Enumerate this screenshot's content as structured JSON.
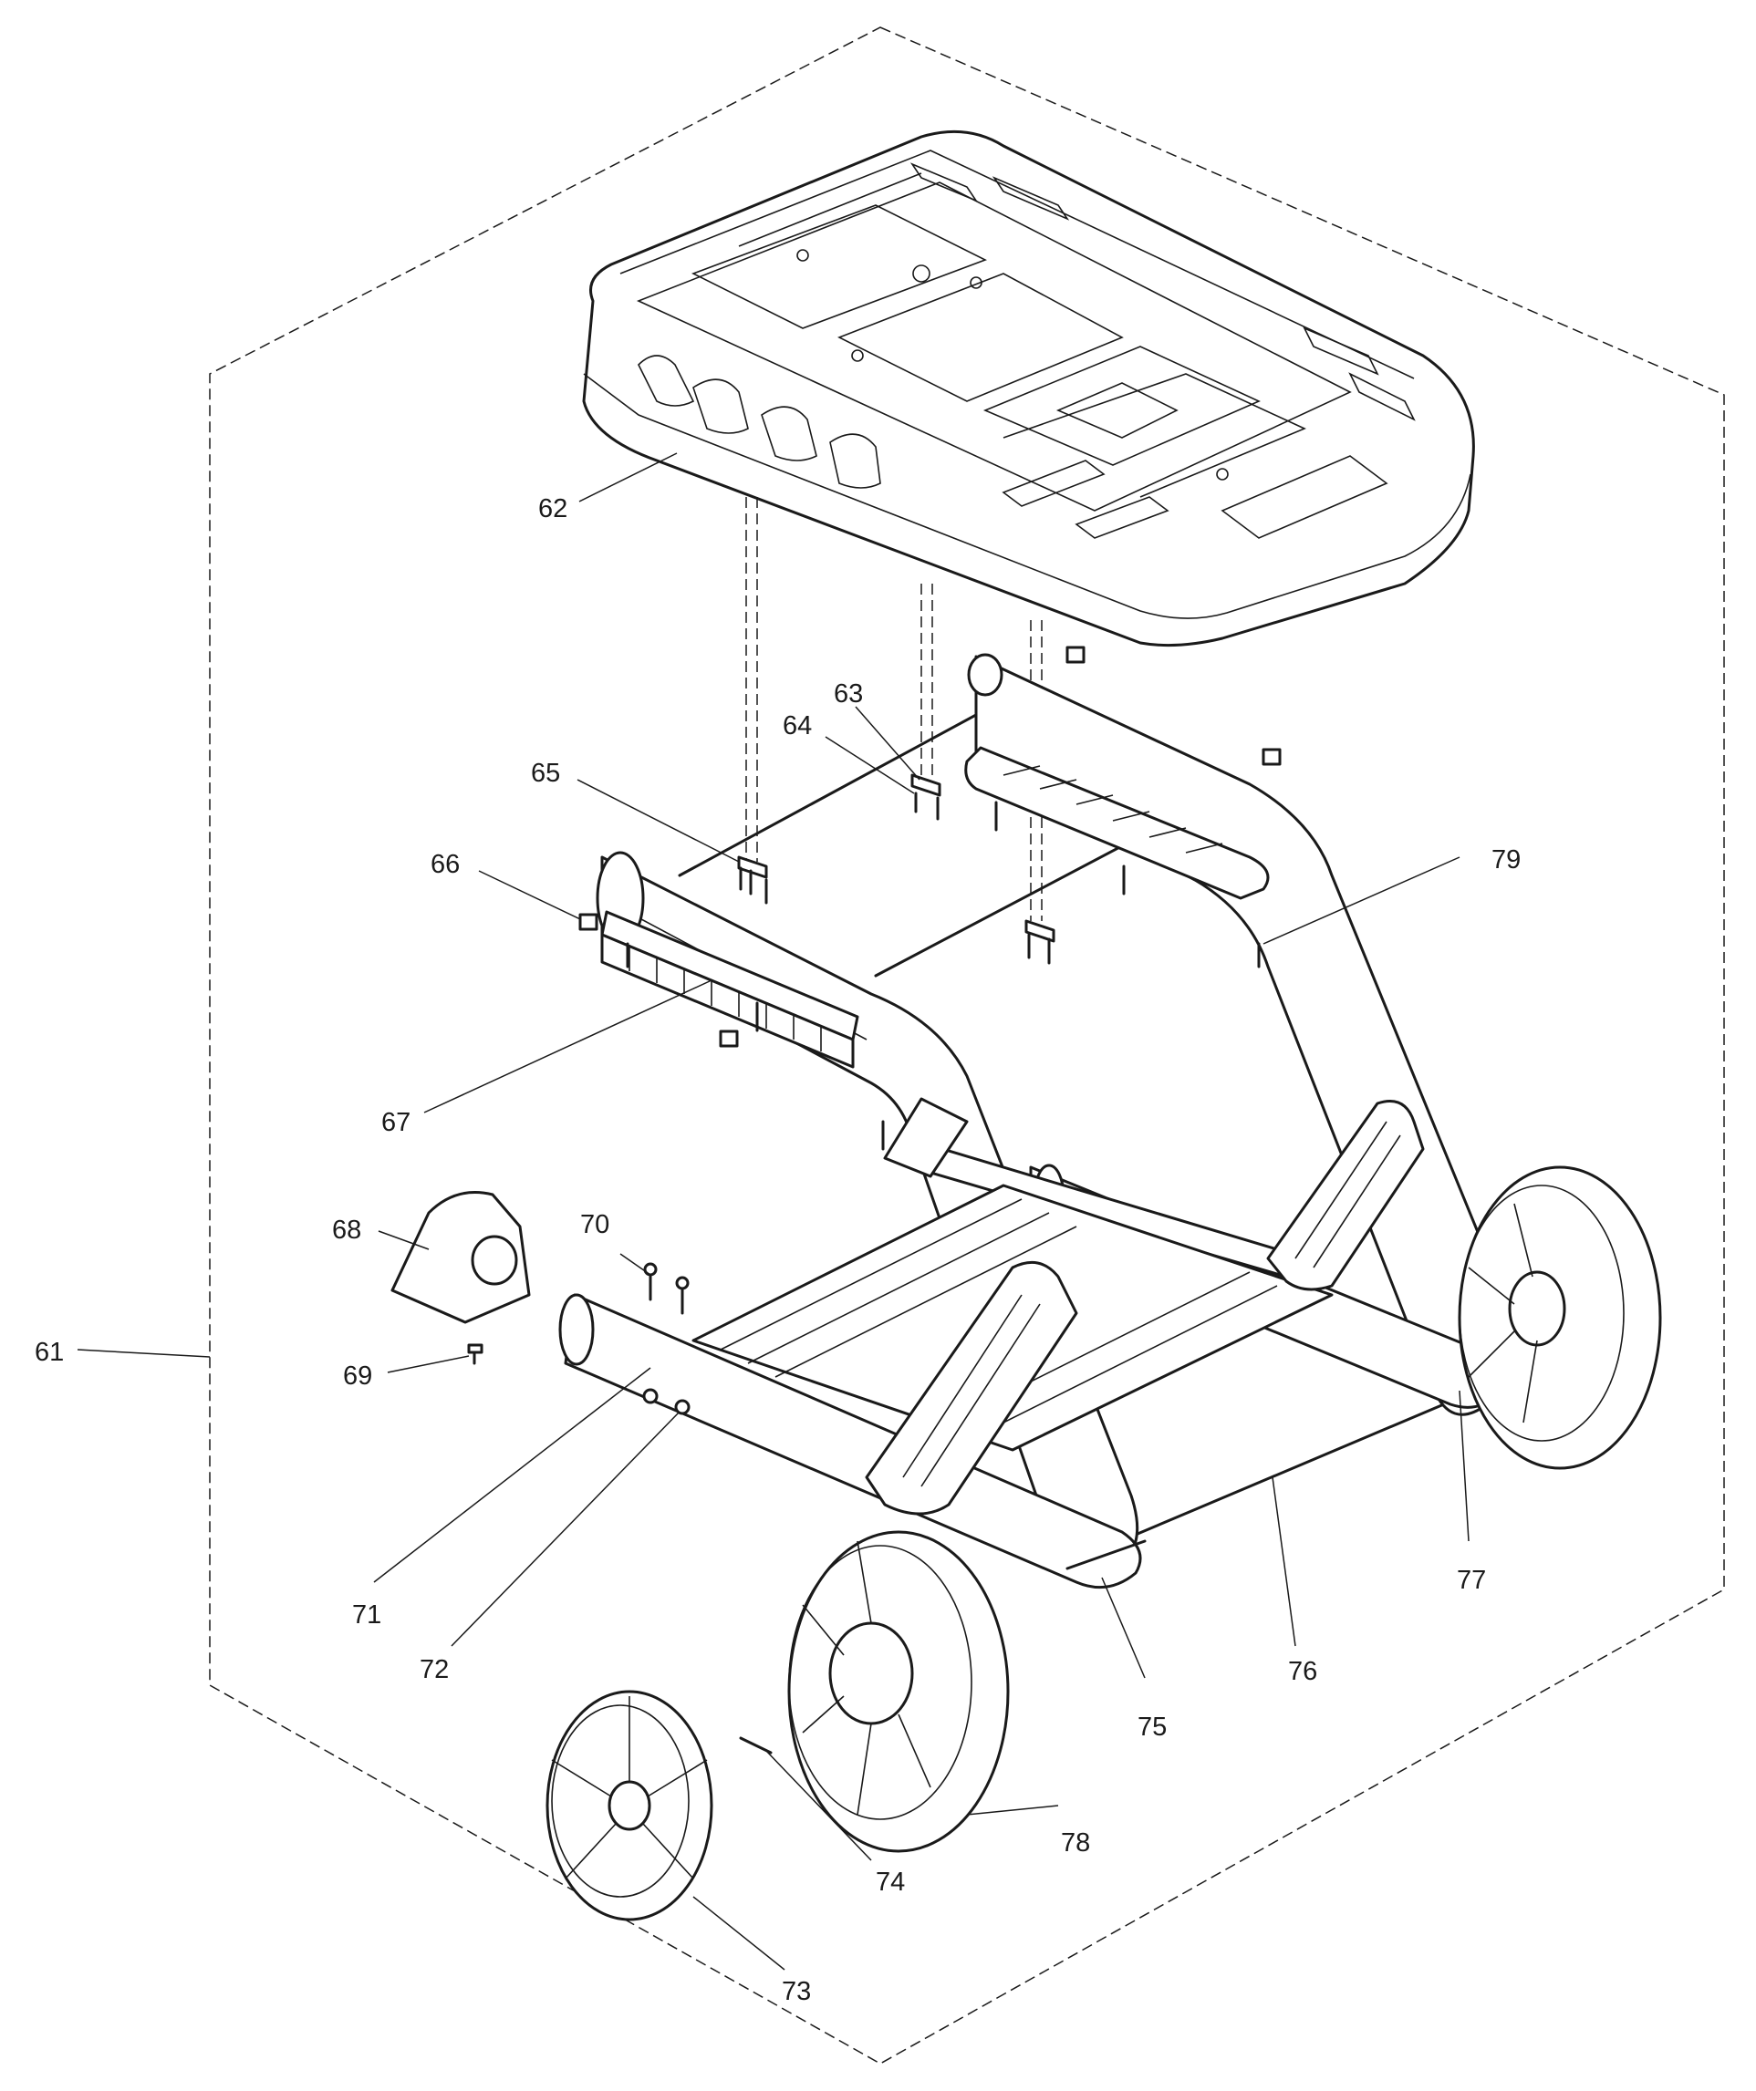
{
  "diagram": {
    "callouts": [
      {
        "id": "c61",
        "text": "61"
      },
      {
        "id": "c62",
        "text": "62"
      },
      {
        "id": "c63",
        "text": "63"
      },
      {
        "id": "c64",
        "text": "64"
      },
      {
        "id": "c65",
        "text": "65"
      },
      {
        "id": "c66",
        "text": "66"
      },
      {
        "id": "c67",
        "text": "67"
      },
      {
        "id": "c68",
        "text": "68"
      },
      {
        "id": "c69",
        "text": "69"
      },
      {
        "id": "c70",
        "text": "70"
      },
      {
        "id": "c71",
        "text": "71"
      },
      {
        "id": "c72",
        "text": "72"
      },
      {
        "id": "c73",
        "text": "73"
      },
      {
        "id": "c74",
        "text": "74"
      },
      {
        "id": "c75",
        "text": "75"
      },
      {
        "id": "c76",
        "text": "76"
      },
      {
        "id": "c77",
        "text": "77"
      },
      {
        "id": "c78",
        "text": "78"
      },
      {
        "id": "c79",
        "text": "79"
      }
    ]
  }
}
